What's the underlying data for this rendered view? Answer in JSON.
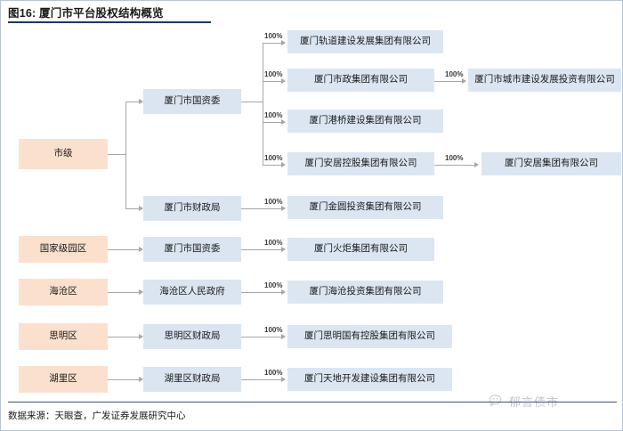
{
  "figure": {
    "title": "图16: 厦门市平台股权结构概览",
    "source": "数据来源：天眼查，广发证券发展研究中心",
    "watermark": "郁言债市",
    "colors": {
      "level_box": "#fbe0ce",
      "org_box": "#dbe5f1",
      "corp_box": "#dce6f3",
      "connector": "#a6a6a6",
      "title_rule": "#1f3864",
      "footer_rule": "#3b5481"
    }
  },
  "levels": [
    {
      "id": "city",
      "label": "市级"
    },
    {
      "id": "national",
      "label": "国家级园区"
    },
    {
      "id": "haicang",
      "label": "海沧区"
    },
    {
      "id": "siming",
      "label": "思明区"
    },
    {
      "id": "huli",
      "label": "湖里区"
    }
  ],
  "orgs": [
    {
      "id": "city-sasac",
      "label": "厦门市国资委"
    },
    {
      "id": "city-finance",
      "label": "厦门市财政局"
    },
    {
      "id": "park-sasac",
      "label": "厦门市国资委"
    },
    {
      "id": "haicang-gov",
      "label": "海沧区人民政府"
    },
    {
      "id": "siming-fin",
      "label": "思明区财政局"
    },
    {
      "id": "huli-fin",
      "label": "湖里区财政局"
    }
  ],
  "companies": [
    {
      "id": "guidao",
      "label": "厦门轨道建设发展集团有限公司"
    },
    {
      "id": "shizheng",
      "label": "厦门市政集团有限公司"
    },
    {
      "id": "chengjian",
      "label": "厦门市城市建设发展投资有限公司"
    },
    {
      "id": "gangqiao",
      "label": "厦门港桥建设集团有限公司"
    },
    {
      "id": "anju-hold",
      "label": "厦门安居控股集团有限公司"
    },
    {
      "id": "anju",
      "label": "厦门安居集团有限公司"
    },
    {
      "id": "jinyuan",
      "label": "厦门金圆投资集团有限公司"
    },
    {
      "id": "huoju",
      "label": "厦门火炬集团有限公司"
    },
    {
      "id": "haicang-inv",
      "label": "厦门海沧投资集团有限公司"
    },
    {
      "id": "siming-hold",
      "label": "厦门思明国有控股集团有限公司"
    },
    {
      "id": "tiandi",
      "label": "厦门天地开发建设集团有限公司"
    }
  ],
  "ownership": {
    "guidao": "100%",
    "shizheng": "100%",
    "chengjian": "100%",
    "gangqiao": "100%",
    "anju_hold": "100%",
    "anju": "100%",
    "jinyuan": "100%",
    "huoju": "100%",
    "haicang_inv": "100%",
    "siming_hold": "100%",
    "tiandi": "100%"
  }
}
